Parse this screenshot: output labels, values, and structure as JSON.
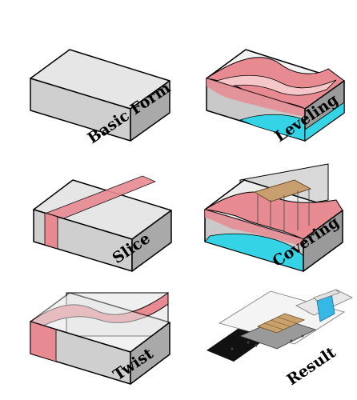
{
  "diagram": {
    "steps": [
      {
        "label": "Basic Form"
      },
      {
        "label": "Leveling"
      },
      {
        "label": "Slice"
      },
      {
        "label": "Covering"
      },
      {
        "label": "Twist"
      },
      {
        "label": "Result"
      }
    ]
  },
  "colors": {
    "box_top": "#e6e6e6",
    "box_front": "#c9c9c9",
    "box_side": "#a9a9a9",
    "outline": "#000000",
    "pink": "#e88a92",
    "pink_light": "#f6c7c8",
    "cyan": "#35d3e6"
  }
}
